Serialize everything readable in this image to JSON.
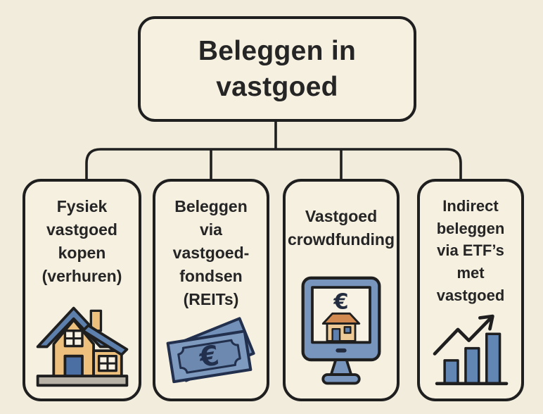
{
  "root": {
    "title": "Beleggen in\nvastgoed"
  },
  "branches": [
    {
      "label": "Fysiek\nvastgoed\nkopen\n(verhuren)",
      "icon": "house-icon"
    },
    {
      "label": "Beleggen\nvia\nvastgoed-\nfondsen\n(REITs)",
      "icon": "banknotes-icon"
    },
    {
      "label": "Vastgoed\ncrowdfunding",
      "icon": "crowdfunding-monitor-icon"
    },
    {
      "label": "Indirect\nbeleggen\nvia ETF’s\nmet vastgoed",
      "icon": "etf-chart-icon"
    }
  ],
  "icons": {
    "euro_symbol": "€"
  },
  "colors": {
    "background": "#f2ecdd",
    "card_fill": "#f6f0e1",
    "outline": "#1f1f1f",
    "text": "#252525",
    "blue": "#7393ba",
    "blue_dark": "#4c6fa3",
    "navy_outline": "#22304d",
    "tan": "#edc07d",
    "orange_roof": "#d28a50",
    "gray_base": "#b7b2a5"
  }
}
